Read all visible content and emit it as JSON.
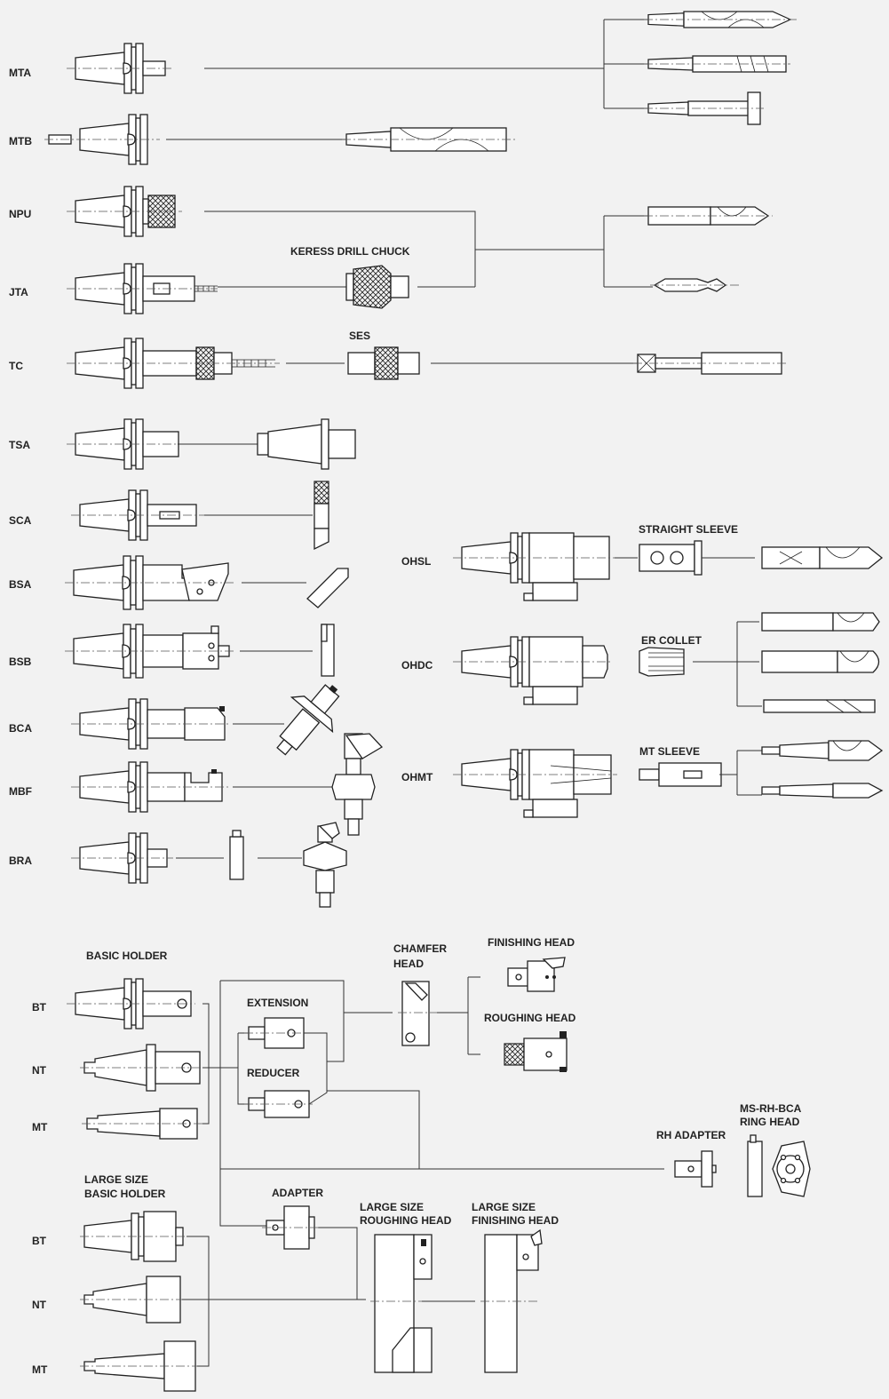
{
  "rows": {
    "mta": "MTA",
    "mtb": "MTB",
    "npu": "NPU",
    "jta": "JTA",
    "tc": "TC",
    "tsa": "TSA",
    "sca": "SCA",
    "bsa": "BSA",
    "bsb": "BSB",
    "bca": "BCA",
    "mbf": "MBF",
    "bra": "BRA",
    "ohsl": "OHSL",
    "ohdc": "OHDC",
    "ohmt": "OHMT",
    "bt1": "BT",
    "nt1": "NT",
    "mt1": "MT",
    "bt2": "BT",
    "nt2": "NT",
    "mt2": "MT"
  },
  "captions": {
    "keress": "KERESS DRILL CHUCK",
    "ses": "SES",
    "straight_sleeve": "STRAIGHT SLEEVE",
    "er_collet": "ER COLLET",
    "mt_sleeve": "MT SLEEVE",
    "basic_holder": "BASIC HOLDER",
    "extension": "EXTENSION",
    "reducer": "REDUCER",
    "chamfer_head_1": "CHAMFER",
    "chamfer_head_2": "HEAD",
    "finishing_head": "FINISHING HEAD",
    "roughing_head": "ROUGHING HEAD",
    "rh_adapter": "RH ADAPTER",
    "ring_head_1": "MS-RH-BCA",
    "ring_head_2": "RING HEAD",
    "large_basic_1": "LARGE SIZE",
    "large_basic_2": "BASIC HOLDER",
    "adapter": "ADAPTER",
    "large_rough_1": "LARGE SIZE",
    "large_rough_2": "ROUGHING HEAD",
    "large_finish_1": "LARGE SIZE",
    "large_finish_2": "FINISHING HEAD"
  }
}
